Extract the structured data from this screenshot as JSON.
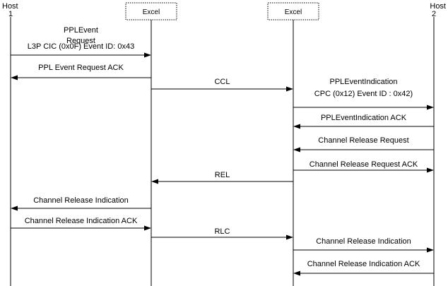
{
  "colors": {
    "line": "#000000",
    "background": "#ffffff"
  },
  "participants": [
    {
      "id": "host1",
      "type": "host",
      "label_line1": "Host",
      "label_line2": "1"
    },
    {
      "id": "excel1",
      "type": "box",
      "label": "Excel"
    },
    {
      "id": "excel2",
      "type": "box",
      "label": "Excel"
    },
    {
      "id": "host2",
      "type": "host",
      "label_line1": "Host",
      "label_line2": "2"
    }
  ],
  "messages": [
    {
      "from": "host1",
      "to": "excel1",
      "lines": [
        "PPLEvent",
        "Request",
        "L3P CIC (0x0F) Event ID: 0x43"
      ]
    },
    {
      "from": "excel1",
      "to": "host1",
      "lines": [
        "PPL Event Request ACK"
      ]
    },
    {
      "from": "excel1",
      "to": "excel2",
      "lines": [
        "CCL"
      ]
    },
    {
      "from": "excel2",
      "to": "host2",
      "lines": [
        "PPLEventIndication",
        "CPC (0x12)  Event ID : 0x42)"
      ]
    },
    {
      "from": "host2",
      "to": "excel2",
      "lines": [
        "PPLEventIndication ACK"
      ]
    },
    {
      "from": "host2",
      "to": "excel2",
      "lines": [
        "Channel  Release Request"
      ]
    },
    {
      "from": "excel2",
      "to": "host2",
      "lines": [
        "Channel  Release Request  ACK"
      ]
    },
    {
      "from": "excel2",
      "to": "excel1",
      "lines": [
        "REL"
      ]
    },
    {
      "from": "excel1",
      "to": "host1",
      "lines": [
        "Channel Release Indication"
      ]
    },
    {
      "from": "host1",
      "to": "excel1",
      "lines": [
        "Channel Release Indication ACK"
      ]
    },
    {
      "from": "excel1",
      "to": "excel2",
      "lines": [
        "RLC"
      ]
    },
    {
      "from": "excel2",
      "to": "host2",
      "lines": [
        "Channel Release Indication"
      ]
    },
    {
      "from": "host2",
      "to": "excel2",
      "lines": [
        "Channel Release Indication ACK"
      ]
    }
  ]
}
